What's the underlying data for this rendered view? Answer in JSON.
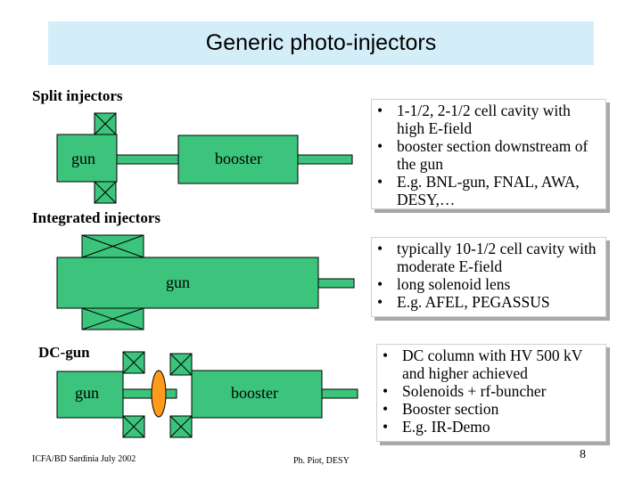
{
  "title": "Generic photo-injectors",
  "sections": {
    "split": {
      "label": "Split injectors",
      "gun_label": "gun",
      "booster_label": "booster"
    },
    "integrated": {
      "label": "Integrated injectors",
      "gun_label": "gun"
    },
    "dc": {
      "label": "DC-gun",
      "gun_label": "gun",
      "booster_label": "booster"
    }
  },
  "bullets": {
    "split": [
      "1-1/2, 2-1/2 cell cavity with high E-field",
      "booster section downstream of the gun",
      "E.g. BNL-gun, FNAL, AWA, DESY,…"
    ],
    "integrated": [
      "typically 10-1/2 cell cavity with moderate E-field",
      "long solenoid lens",
      "E.g. AFEL, PEGASSUS"
    ],
    "dc": [
      "DC column with HV 500 kV and higher achieved",
      "Solenoids + rf-buncher",
      "Booster section",
      "E.g. IR-Demo"
    ]
  },
  "footer": {
    "left": "ICFA/BD Sardinia July 2002",
    "center": "Ph. Piot, DESY"
  },
  "page_number": "8",
  "colors": {
    "title_bg": "#d4eef9",
    "component_fill": "#3cc47c",
    "buncher_fill": "#ff9a1a"
  }
}
